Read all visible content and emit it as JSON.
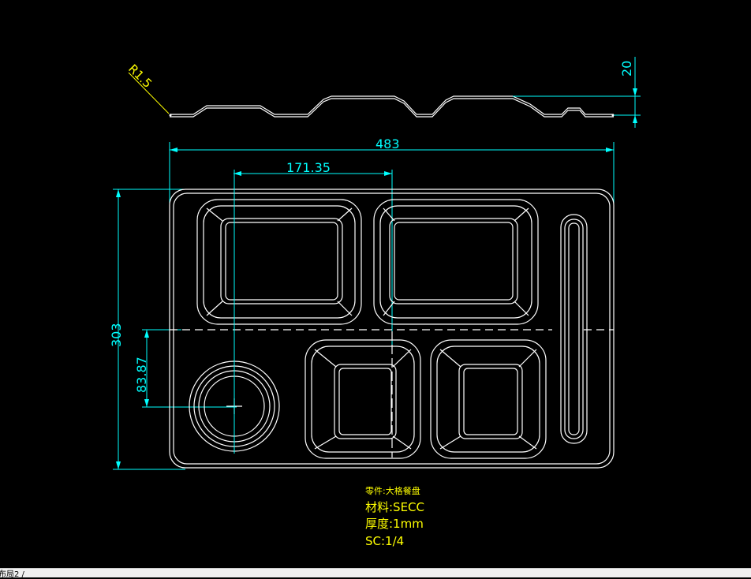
{
  "drawing": {
    "dimensions": {
      "radius": "R1.5",
      "height": "20",
      "width": "483",
      "offset": "171.35",
      "overall_height": "303",
      "circle_offset": "83.87"
    },
    "notes": {
      "part": "零件:大格餐盘",
      "material": "材料:SECC",
      "thickness": "厚度:1mm",
      "scale": "SC:1/4"
    },
    "colors": {
      "background": "#000000",
      "geometry": "#ffffff",
      "dimension": "#00ffff",
      "text": "#ffff00"
    }
  },
  "statusbar": {
    "tab": "布局2 /"
  }
}
